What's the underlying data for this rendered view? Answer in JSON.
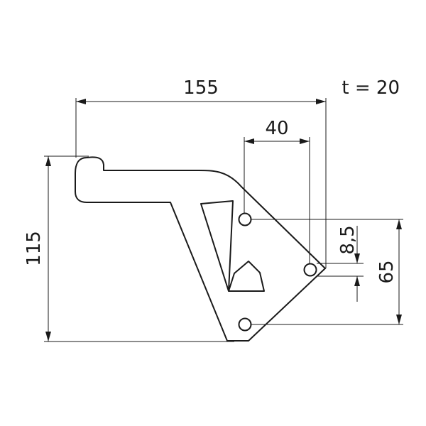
{
  "drawing": {
    "thickness_label": "t = 20",
    "dimensions": {
      "overall_width": "155",
      "hole_spacing_horizontal": "40",
      "overall_height": "115",
      "hole_diameter": "8,5",
      "hole_spacing_vertical": "65"
    }
  }
}
